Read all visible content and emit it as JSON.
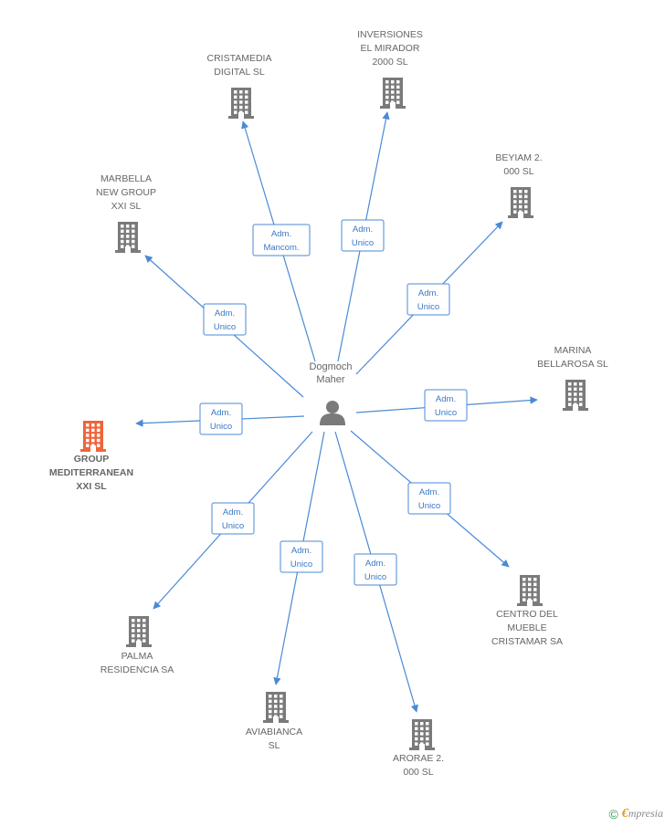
{
  "center": {
    "name_lines": [
      "Dogmoch",
      "Maher"
    ],
    "icon": "person-icon"
  },
  "companies": [
    {
      "id": "cristamedia",
      "lines": [
        "CRISTAMEDIA",
        "DIGITAL SL"
      ],
      "role": [
        "Adm.",
        "Mancom."
      ],
      "icon": "building-icon"
    },
    {
      "id": "inversiones",
      "lines": [
        "INVERSIONES",
        "EL MIRADOR",
        "2000 SL"
      ],
      "role": [
        "Adm.",
        "Unico"
      ],
      "icon": "building-icon"
    },
    {
      "id": "beyiam",
      "lines": [
        "BEYIAM 2.",
        "000 SL"
      ],
      "role": [
        "Adm.",
        "Unico"
      ],
      "icon": "building-icon"
    },
    {
      "id": "marbella",
      "lines": [
        "MARBELLA",
        "NEW GROUP",
        "XXI SL"
      ],
      "role": [
        "Adm.",
        "Unico"
      ],
      "icon": "building-icon"
    },
    {
      "id": "marina",
      "lines": [
        "MARINA",
        "BELLAROSA SL"
      ],
      "role": [
        "Adm.",
        "Unico"
      ],
      "icon": "building-icon"
    },
    {
      "id": "group",
      "lines": [
        "GROUP",
        "MEDITERRANEAN",
        "XXI SL"
      ],
      "role": [
        "Adm.",
        "Unico"
      ],
      "icon": "building-icon",
      "highlight": true
    },
    {
      "id": "centro",
      "lines": [
        "CENTRO DEL",
        "MUEBLE",
        "CRISTAMAR SA"
      ],
      "role": [
        "Adm.",
        "Unico"
      ],
      "icon": "building-icon"
    },
    {
      "id": "palma",
      "lines": [
        "PALMA",
        "RESIDENCIA SA"
      ],
      "role": [
        "Adm.",
        "Unico"
      ],
      "icon": "building-icon"
    },
    {
      "id": "aviabianca",
      "lines": [
        "AVIABIANCA",
        "SL"
      ],
      "role": [
        "Adm.",
        "Unico"
      ],
      "icon": "building-icon"
    },
    {
      "id": "arorae",
      "lines": [
        "ARORAE 2.",
        "000 SL"
      ],
      "role": [
        "Adm.",
        "Unico"
      ],
      "icon": "building-icon"
    }
  ],
  "colors": {
    "edge": "#4a8ad6",
    "building": "#7a7a7a",
    "highlight": "#f0643a",
    "person": "#7a7a7a"
  },
  "footer": {
    "copyright": "©",
    "brand_initial": "€",
    "brand_rest": "mpresia"
  }
}
